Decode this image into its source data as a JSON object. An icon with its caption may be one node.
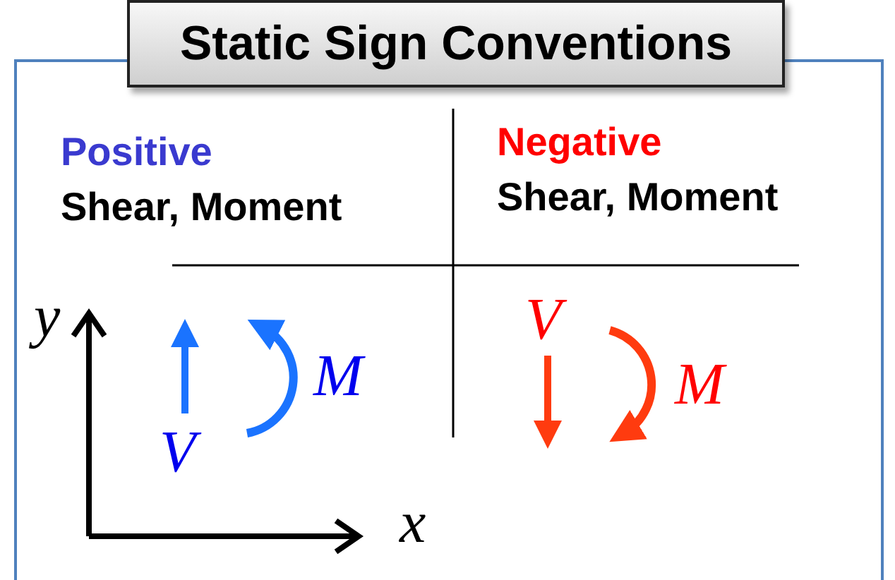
{
  "diagram": {
    "title": "Static Sign Conventions",
    "labels": [
      "Positive",
      "Shear, Moment",
      "Negative",
      "Shear, Moment",
      "y",
      "V",
      "M",
      "V",
      "M",
      "x"
    ]
  }
}
